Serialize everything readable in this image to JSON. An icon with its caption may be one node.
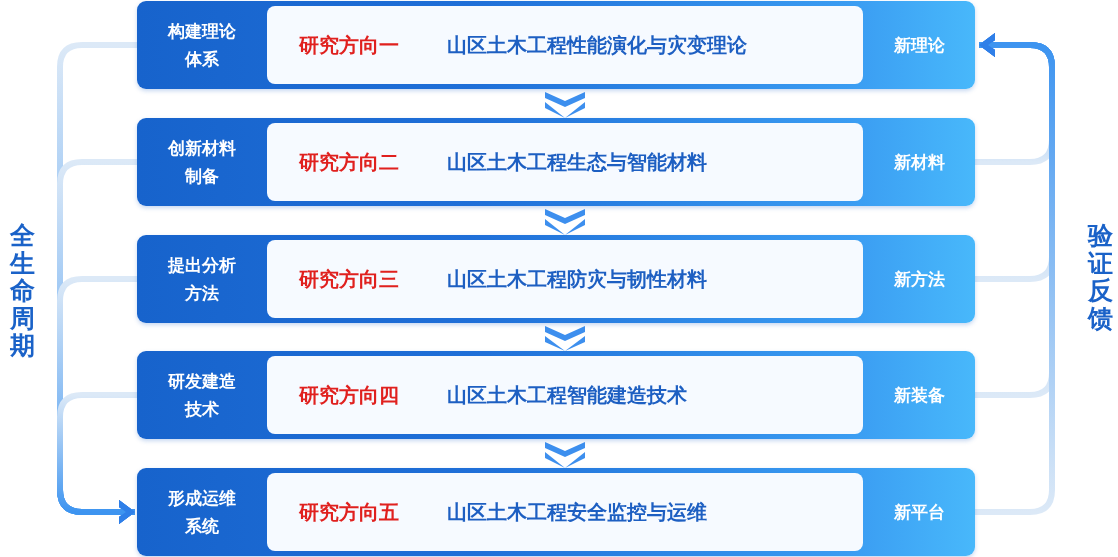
{
  "diagram": {
    "nodes": [
      {
        "text": [
          "构建理论体系",
          "新理论"
        ]
      },
      {
        "text": [
          "研究方向一",
          "山区土木工程性能演化与灾变理论"
        ],
        "in": 0
      },
      {
        "text": [
          "创新材料制备",
          "新材料"
        ]
      },
      {
        "text": [
          "研究方向二",
          "山区土木工程生态与智能材料"
        ],
        "in": 2
      },
      {
        "text": [
          "提出分析方法",
          "新方法"
        ]
      },
      {
        "text": [
          "研究方向三",
          "山区土木工程防灾与韧性材料"
        ],
        "in": 4
      },
      {
        "text": [
          "研发建造技术",
          "新装备"
        ]
      },
      {
        "text": [
          "研究方向四",
          "山区土木工程智能建造技术"
        ],
        "in": 6
      },
      {
        "text": [
          "形成运维系统",
          "新平台"
        ]
      },
      {
        "text": [
          "研究方向五",
          "山区土木工程安全监控与运维"
        ],
        "in": 8
      }
    ],
    "edges": [
      {
        "from": 0,
        "to": 2,
        "arrow": "to"
      },
      {
        "from": 2,
        "to": 4,
        "arrow": "to"
      },
      {
        "from": 4,
        "to": 6,
        "arrow": "to"
      },
      {
        "from": 6,
        "to": 8,
        "arrow": "to"
      },
      {
        "from": 0,
        "to": 8,
        "arrow": "to"
      },
      {
        "from": 2,
        "to": 8,
        "arrow": "to"
      },
      {
        "from": 4,
        "to": 8,
        "arrow": "to"
      },
      {
        "from": 6,
        "to": 8,
        "arrow": "to"
      },
      {
        "from": 2,
        "to": 0,
        "arrow": "to"
      },
      {
        "from": 4,
        "to": 0,
        "arrow": "to"
      },
      {
        "from": 6,
        "to": 0,
        "arrow": "to"
      },
      {
        "from": 8,
        "to": 0,
        "arrow": "to"
      }
    ],
    "labels": [
      "全生命周期",
      "验证反馈"
    ]
  }
}
